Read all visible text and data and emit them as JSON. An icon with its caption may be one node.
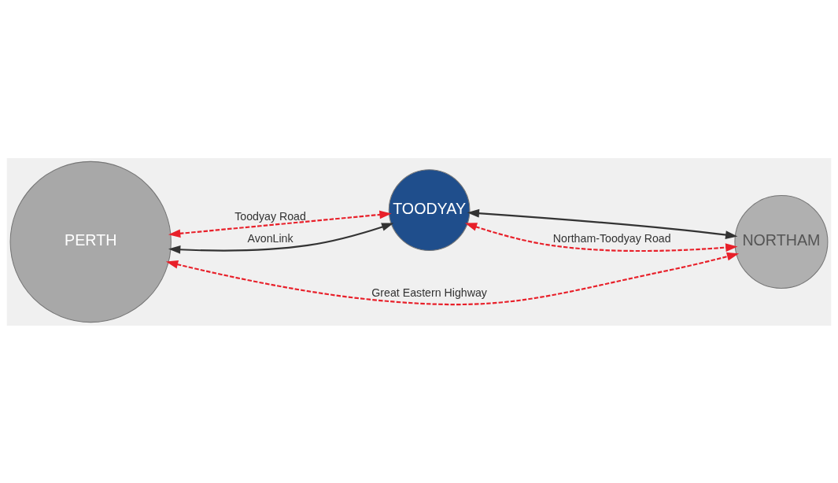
{
  "diagram": {
    "nodes": [
      {
        "text": [
          "TOODYAY"
        ]
      },
      {
        "text": [
          "NORTHAM"
        ]
      },
      {
        "text": [
          "PERTH"
        ]
      }
    ],
    "edges": [
      {
        "from": 2,
        "to": 0,
        "arrow": "both",
        "label": "Toodyay Road",
        "style": "dashed"
      },
      {
        "from": 2,
        "to": 0,
        "arrow": "both",
        "label": "AvonLink",
        "color": "#333333"
      },
      {
        "from": 0,
        "to": 1,
        "arrow": "both",
        "color": "#333333"
      },
      {
        "from": 0,
        "to": 1,
        "arrow": "both",
        "label": "Northam-Toodyay Road",
        "style": "dashed"
      },
      {
        "from": 2,
        "to": 1,
        "arrow": "both",
        "label": "Great Eastern Highway",
        "style": "dashed"
      }
    ]
  }
}
